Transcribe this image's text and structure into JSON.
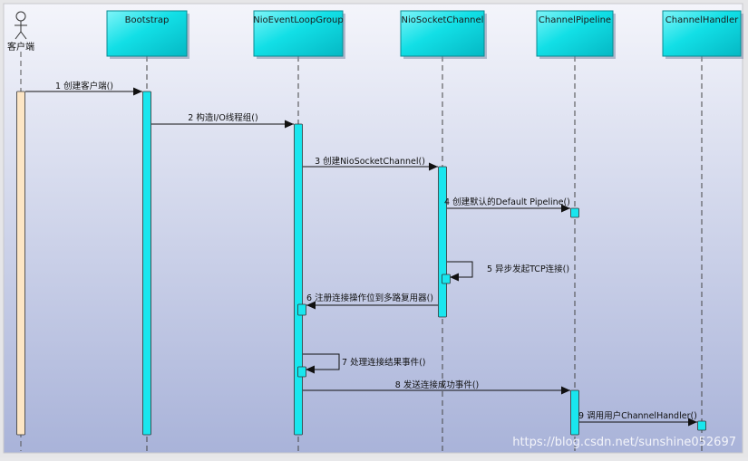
{
  "actor": {
    "label": "客户端"
  },
  "participants": [
    {
      "id": "bootstrap",
      "label": "Bootstrap"
    },
    {
      "id": "nioeventloopgroup",
      "label": "NioEventLoopGroup"
    },
    {
      "id": "niosocketchannel",
      "label": "NioSocketChannel"
    },
    {
      "id": "channelpipeline",
      "label": "ChannelPipeline"
    },
    {
      "id": "channelhandler",
      "label": "ChannelHandler"
    }
  ],
  "messages": [
    {
      "label": "1 创建客户端()"
    },
    {
      "label": "2 构造I/O线程组()"
    },
    {
      "label": "3 创建NioSocketChannel()"
    },
    {
      "label": "4 创建默认的Default Pipeline()"
    },
    {
      "label": "5 异步发起TCP连接()"
    },
    {
      "label": "6 注册连接操作位到多路复用器()"
    },
    {
      "label": "7 处理连接结果事件()"
    },
    {
      "label": "8 发送连接成功事件()"
    },
    {
      "label": "9 调用用户ChannelHandler()"
    }
  ],
  "watermark": "https://blog.csdn.net/sunshine052697",
  "colors": {
    "participant_fill": "#00e0e8",
    "activation_fill": "#19e6ee",
    "actor_bar_fill": "#fde6c5",
    "background_top": "#f4f5fb",
    "background_bottom": "#a9b3d9"
  }
}
